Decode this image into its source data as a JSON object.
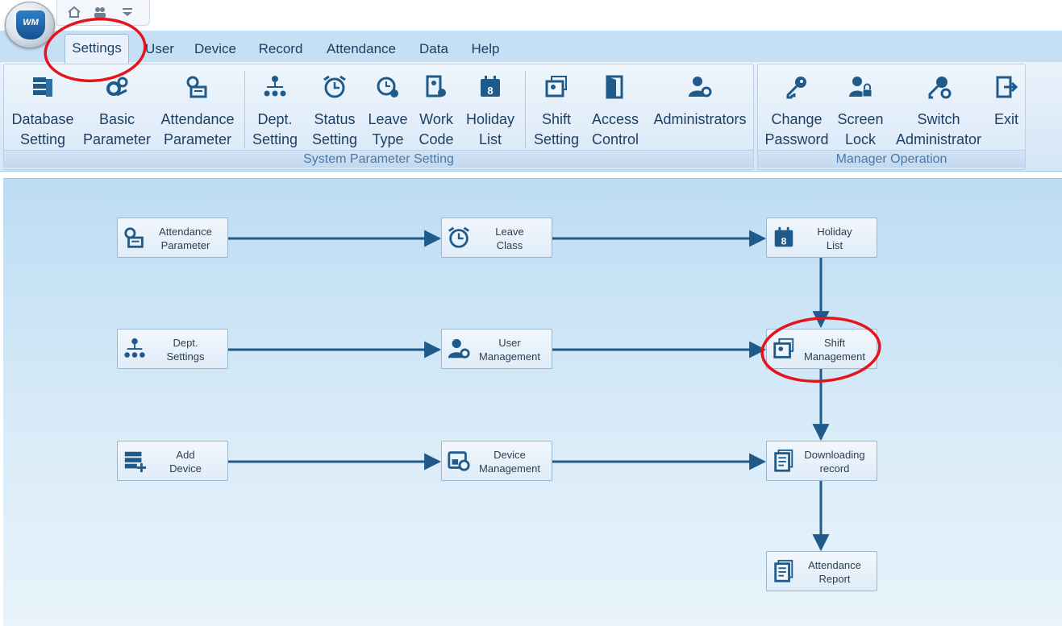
{
  "app": {
    "logo_text": "WM"
  },
  "quick_access": [
    {
      "name": "home-icon"
    },
    {
      "name": "users-icon"
    },
    {
      "name": "dropdown-icon"
    }
  ],
  "menu": {
    "tabs": [
      "Settings",
      "User",
      "Device",
      "Record",
      "Attendance",
      "Data",
      "Help"
    ],
    "active": "Settings"
  },
  "ribbon": {
    "system_group_label": "System Parameter Setting",
    "manager_group_label": "Manager Operation",
    "buttons": [
      {
        "label": "Database\nSetting",
        "icon": "database-icon"
      },
      {
        "label": "Basic\nParameter",
        "icon": "gears-icon"
      },
      {
        "label": "Attendance\nParameter",
        "icon": "attendance-parameter-icon"
      },
      {
        "label": "Dept.\nSetting",
        "icon": "org-chart-icon"
      },
      {
        "label": "Status\nSetting",
        "icon": "alarm-clock-icon"
      },
      {
        "label": "Leave\nType",
        "icon": "leave-clock-icon"
      },
      {
        "label": "Work\nCode",
        "icon": "work-code-icon"
      },
      {
        "label": "Holiday\nList",
        "icon": "calendar-icon"
      },
      {
        "label": "Shift\nSetting",
        "icon": "shift-icon"
      },
      {
        "label": "Access\nControl",
        "icon": "door-icon"
      },
      {
        "label": "Administrators",
        "icon": "admin-icon"
      },
      {
        "label": "Change\nPassword",
        "icon": "key-icon"
      },
      {
        "label": "Screen\nLock",
        "icon": "user-lock-icon"
      },
      {
        "label": "Switch\nAdministrator",
        "icon": "switch-key-icon"
      },
      {
        "label": "Exit",
        "icon": "exit-icon"
      }
    ]
  },
  "workflow": {
    "nodes": [
      {
        "label": "Attendance\nParameter",
        "icon": "attendance-parameter-icon"
      },
      {
        "label": "Leave\nClass",
        "icon": "alarm-clock-icon"
      },
      {
        "label": "Holiday\nList",
        "icon": "calendar-icon"
      },
      {
        "label": "Dept.\nSettings",
        "icon": "org-chart-icon"
      },
      {
        "label": "User\nManagement",
        "icon": "admin-icon"
      },
      {
        "label": "Shift\nManagement",
        "icon": "shift-icon"
      },
      {
        "label": "Add\nDevice",
        "icon": "add-device-icon"
      },
      {
        "label": "Device\nManagement",
        "icon": "device-gear-icon"
      },
      {
        "label": "Downloading\nrecord",
        "icon": "document-icon"
      },
      {
        "label": "Attendance\nReport",
        "icon": "report-icon"
      }
    ]
  },
  "colors": {
    "accent": "#1f5a8a",
    "highlight_circle": "#e3141b",
    "canvas_top": "#bcdcf3"
  }
}
